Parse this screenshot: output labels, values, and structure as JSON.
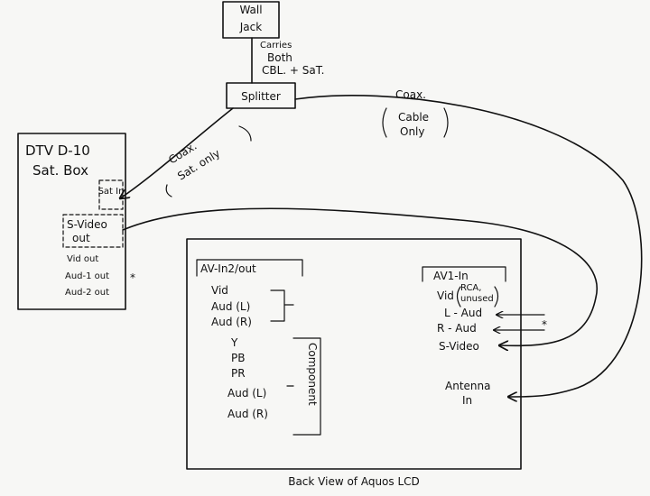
{
  "wall_jack": {
    "line1": "Wall",
    "line2": "Jack"
  },
  "carries": {
    "line1": "Carries",
    "line2": "Both",
    "line3": "CBL. + SaT."
  },
  "splitter": {
    "label": "Splitter"
  },
  "coax_cable": {
    "coax": "Coax.",
    "line1": "Cable",
    "line2": "Only"
  },
  "coax_sat": {
    "coax": "Coax.",
    "sat_only": "Sat. only"
  },
  "sat_box": {
    "title1": "DTV D-10",
    "title2": "Sat. Box",
    "sat_in": "Sat In",
    "svideo1": "S-Video",
    "svideo2": "out",
    "vid_out": "Vid out",
    "aud1_out": "Aud-1 out",
    "aud2_out": "Aud-2 out",
    "star": "*"
  },
  "tv": {
    "caption": "Back View of Aquos LCD",
    "av2": {
      "title": "AV-In2/out",
      "vid": "Vid",
      "aud_l": "Aud (L)",
      "aud_r": "Aud (R)",
      "y": "Y",
      "pb": "PB",
      "pr": "PR",
      "aud_l2": "Aud (L)",
      "aud_r2": "Aud (R)",
      "component": "Component"
    },
    "av1": {
      "title": "AV1-In",
      "vid": "Vid",
      "rca1": "RCA,",
      "rca2": "unused",
      "l_aud": "L - Aud",
      "r_aud": "R - Aud",
      "svideo": "S-Video",
      "star": "*"
    },
    "antenna": {
      "line1": "Antenna",
      "line2": "In"
    }
  }
}
